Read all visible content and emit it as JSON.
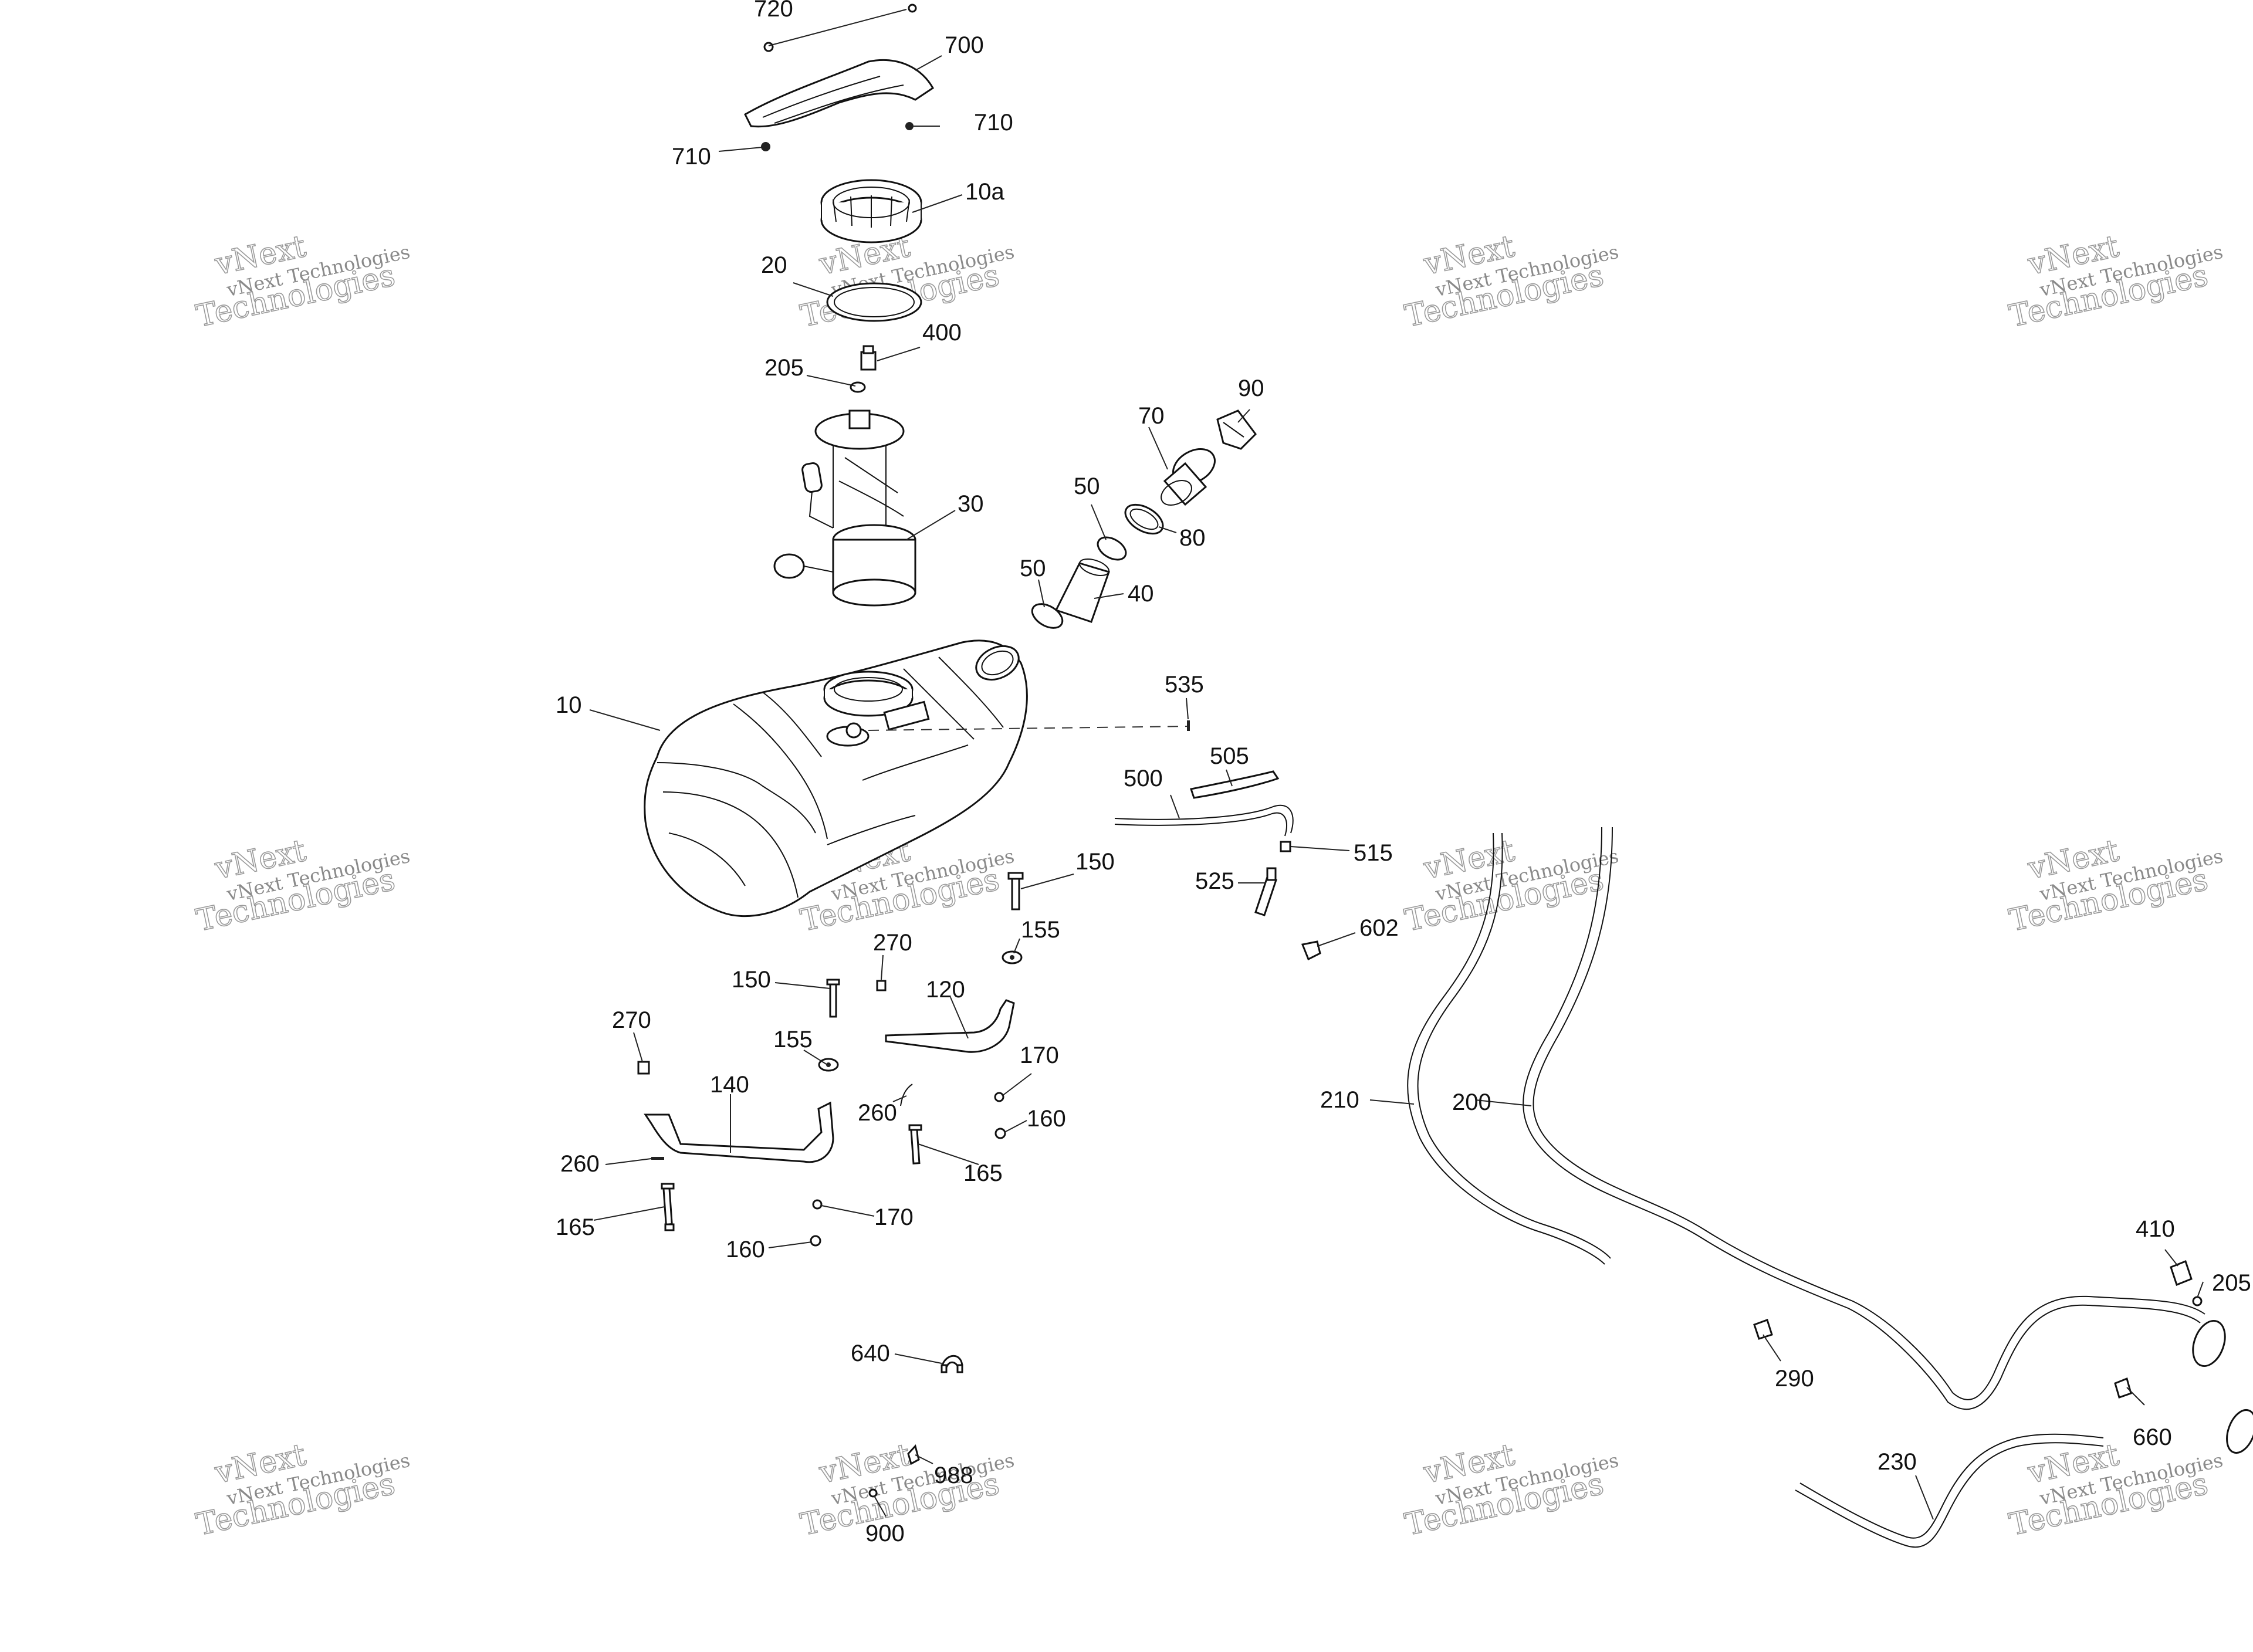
{
  "watermark": {
    "line1": "vNext",
    "line2": "vNext Technologies",
    "line3": "Technologies"
  },
  "callouts": {
    "c720": "720",
    "c700": "700",
    "c710a": "710",
    "c710b": "710",
    "c10a": "10a",
    "c20": "20",
    "c400": "400",
    "c205a": "205",
    "c30": "30",
    "c70": "70",
    "c90": "90",
    "c50a": "50",
    "c80": "80",
    "c50b": "50",
    "c40": "40",
    "c10": "10",
    "c535": "535",
    "c505": "505",
    "c500": "500",
    "c515": "515",
    "c150a": "150",
    "c525": "525",
    "c602": "602",
    "c155a": "155",
    "c270a": "270",
    "c150b": "150",
    "c120": "120",
    "c270b": "270",
    "c155b": "155",
    "c170a": "170",
    "c140": "140",
    "c260a": "260",
    "c160a": "160",
    "c260b": "260",
    "c165a": "165",
    "c165b": "165",
    "c170b": "170",
    "c160b": "160",
    "c210": "210",
    "c200": "200",
    "c410": "410",
    "c205b": "205",
    "c290": "290",
    "c660": "660",
    "c230": "230",
    "c640": "640",
    "c988": "988",
    "c900": "900"
  }
}
